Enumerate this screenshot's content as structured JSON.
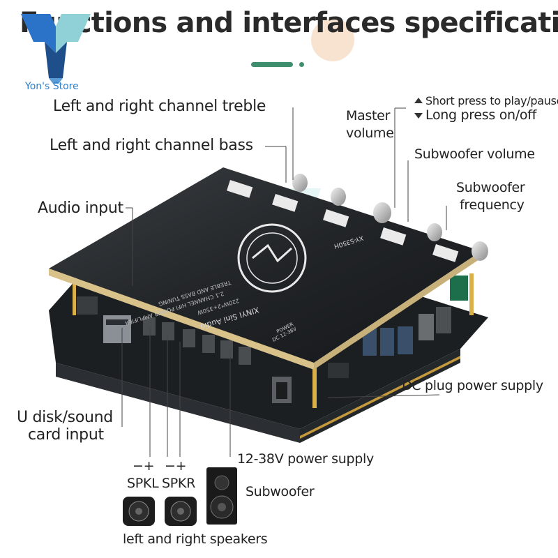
{
  "title": "Functions and interfaces specification",
  "store": "Yon's Store",
  "labels": {
    "treble": "Left and right channel treble",
    "bass": "Left and right channel bass",
    "master_line1": "Master",
    "master_line2": "volume",
    "short_press": "Short press to play/pause",
    "long_press": "Long press on/off",
    "sub_volume": "Subwoofer volume",
    "sub_freq_line1": "Subwoofer",
    "sub_freq_line2": "frequency",
    "audio_input": "Audio input",
    "dc_plug": "DC plug power supply",
    "udisk_line1": "U disk/sound",
    "udisk_line2": "card input",
    "power_supply": "12-38V power supply",
    "spkl_polarity": "−+",
    "spkr_polarity": "−+",
    "spkl": "SPKL",
    "spkr": "SPKR",
    "subwoofer": "Subwoofer",
    "speakers": "left and right speakers"
  },
  "board": {
    "brand": "XINYI Sini Audio",
    "line1": "2.1 CHANNEL HIFI POWER AMPLIFIER",
    "line2": "TREBLE AND BASS TUNING",
    "line3": "220W*2+350W",
    "model": "XY-S350H",
    "power_tag": "DC 12-38V",
    "power_word": "POWER"
  },
  "colors": {
    "accent": "#3f8f6f",
    "pcb": "#1b1d1f",
    "label_text": "#222222",
    "store_blue": "#2f7fd0"
  }
}
